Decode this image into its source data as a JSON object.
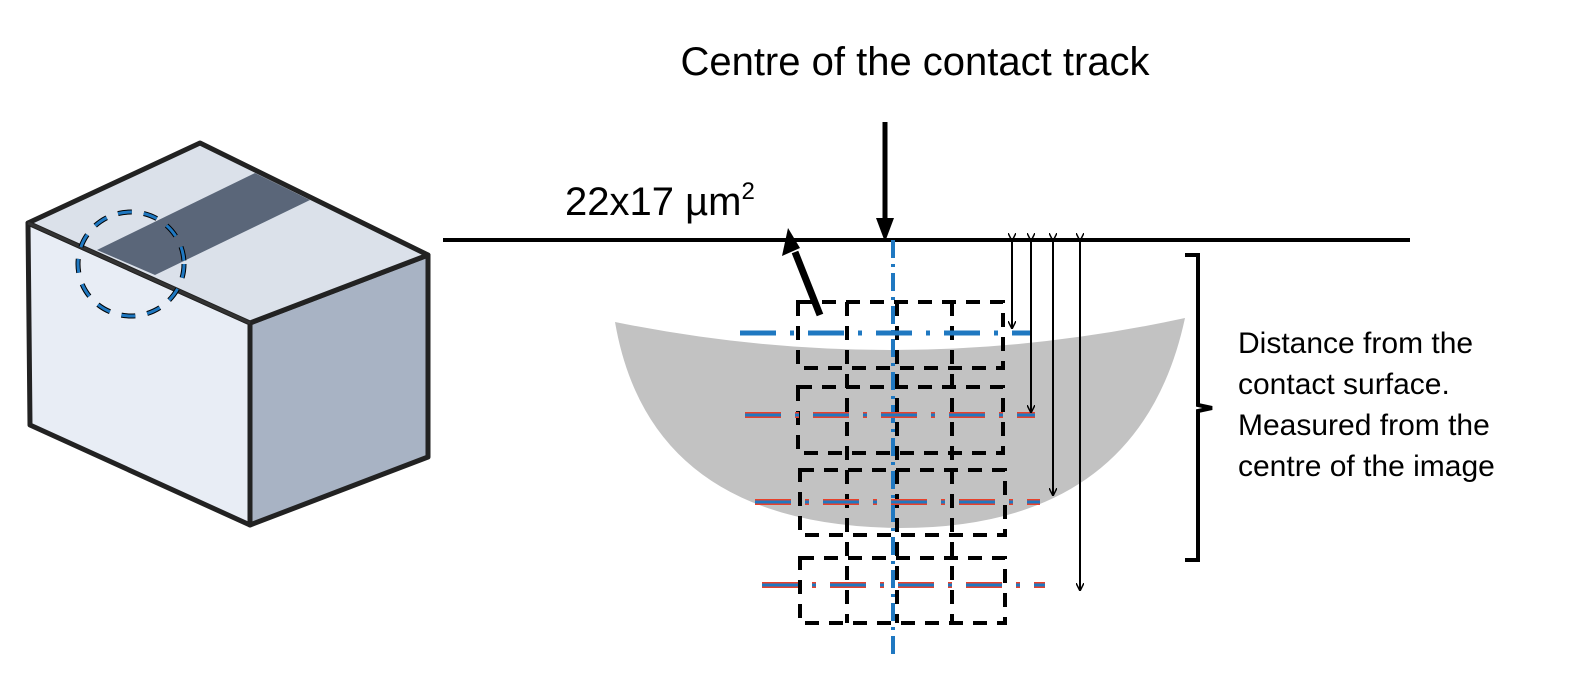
{
  "title": "Centre of the contact track",
  "area_label": "22x17 µm",
  "area_sup": "2",
  "distance_note": [
    "Distance from the",
    "contact surface.",
    "Measured from the",
    "centre of the image"
  ],
  "colors": {
    "blue": "#1f78c1",
    "red": "#e8402a",
    "lens": "#c2c2c2",
    "box_top": "#dbe1ea",
    "box_front": "#e8edf5",
    "box_side": "#a8b3c4",
    "stripe": "#5a6679"
  }
}
